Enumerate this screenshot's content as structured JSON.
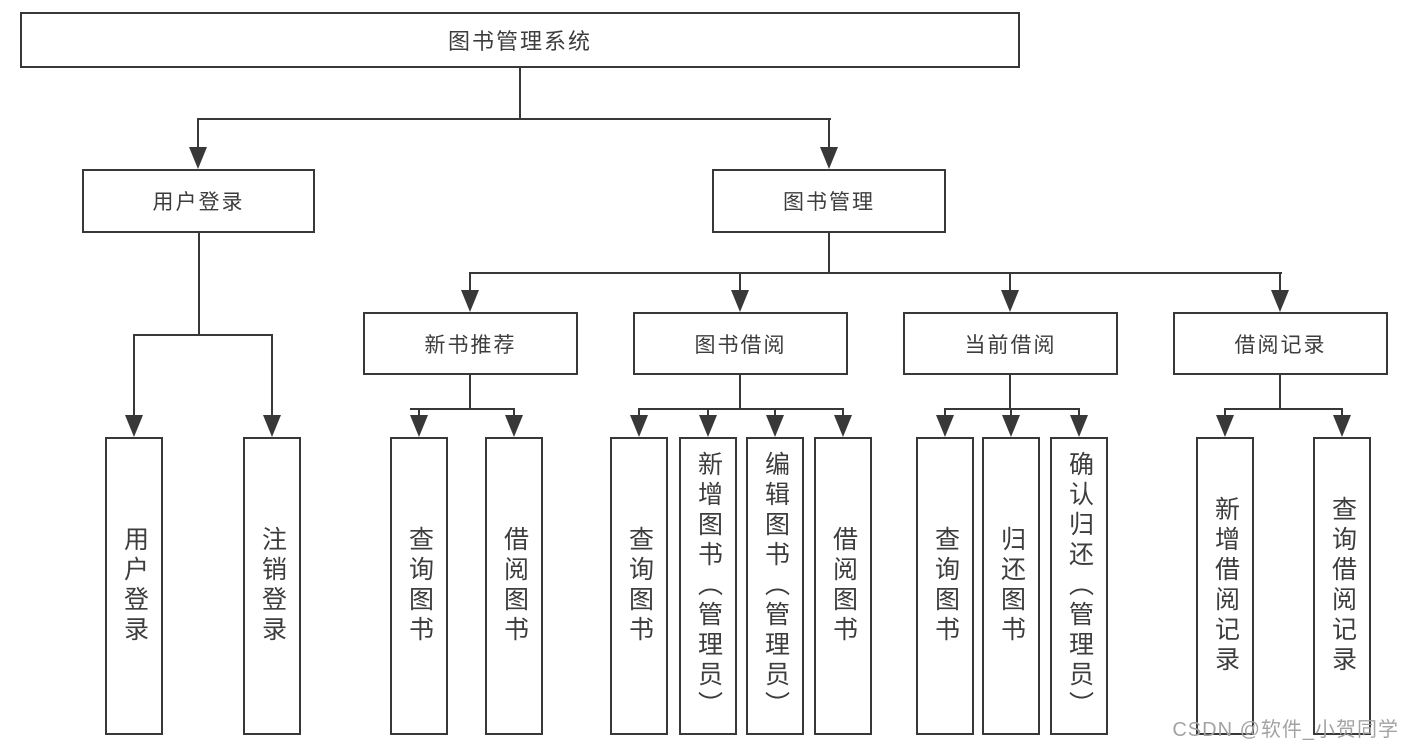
{
  "diagram": {
    "root": "图书管理系统",
    "level2": {
      "user_login": "用户登录",
      "book_management": "图书管理"
    },
    "level3": {
      "new_book_recommend": "新书推荐",
      "book_borrow": "图书借阅",
      "current_borrow": "当前借阅",
      "borrow_record": "借阅记录"
    },
    "level4": {
      "user_login_children": [
        "用户登录",
        "注销登录"
      ],
      "new_book_children": [
        "查询图书",
        "借阅图书"
      ],
      "book_borrow_children": [
        "查询图书",
        "新增图书（管理员）",
        "编辑图书（管理员）",
        "借阅图书"
      ],
      "current_borrow_children": [
        "查询图书",
        "归还图书",
        "确认归还（管理员）"
      ],
      "borrow_record_children": [
        "新增借阅记录",
        "查询借阅记录"
      ]
    }
  },
  "watermark": "CSDN @软件_小贺同学",
  "colors": {
    "line": "#383838",
    "text": "#3d3d3d",
    "watermark": "#a3a3a3",
    "background": "#ffffff"
  }
}
